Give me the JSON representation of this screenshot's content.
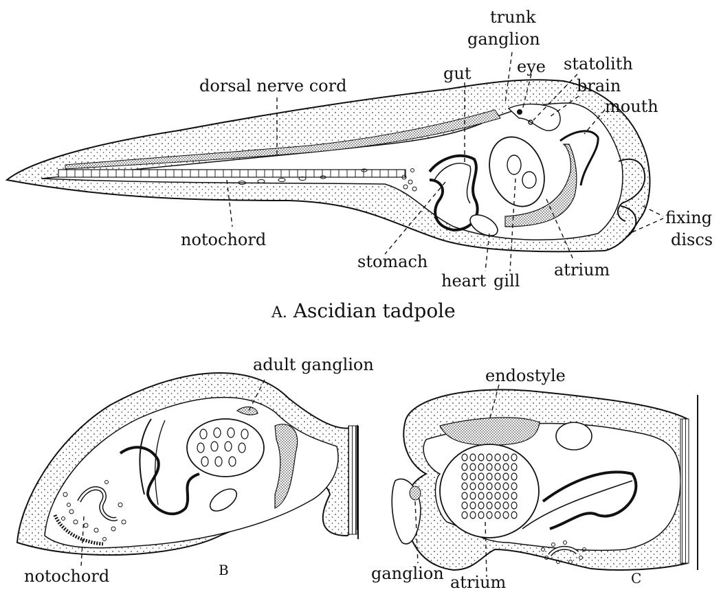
{
  "figure": {
    "panel_a": {
      "caption_letter": "A.",
      "caption_text": "Ascidian tadpole",
      "labels": {
        "trunk": "trunk",
        "ganglion": "ganglion",
        "gut": "gut",
        "eye": "eye",
        "statolith": "statolith",
        "brain": "brain",
        "mouth": "mouth",
        "dorsal_nerve_cord": "dorsal nerve cord",
        "notochord": "notochord",
        "fixing": "fixing",
        "discs": "discs",
        "stomach": "stomach",
        "heart": "heart",
        "gill": "gill",
        "atrium": "atrium"
      }
    },
    "panel_b": {
      "letter": "B",
      "labels": {
        "adult_ganglion": "adult ganglion",
        "notochord": "notochord"
      }
    },
    "panel_c": {
      "letter": "C",
      "labels": {
        "endostyle": "endostyle",
        "ganglion": "ganglion",
        "atrium": "atrium"
      }
    }
  },
  "colors": {
    "ink": "#111111",
    "paper": "#ffffff",
    "stipple": "#333333"
  }
}
